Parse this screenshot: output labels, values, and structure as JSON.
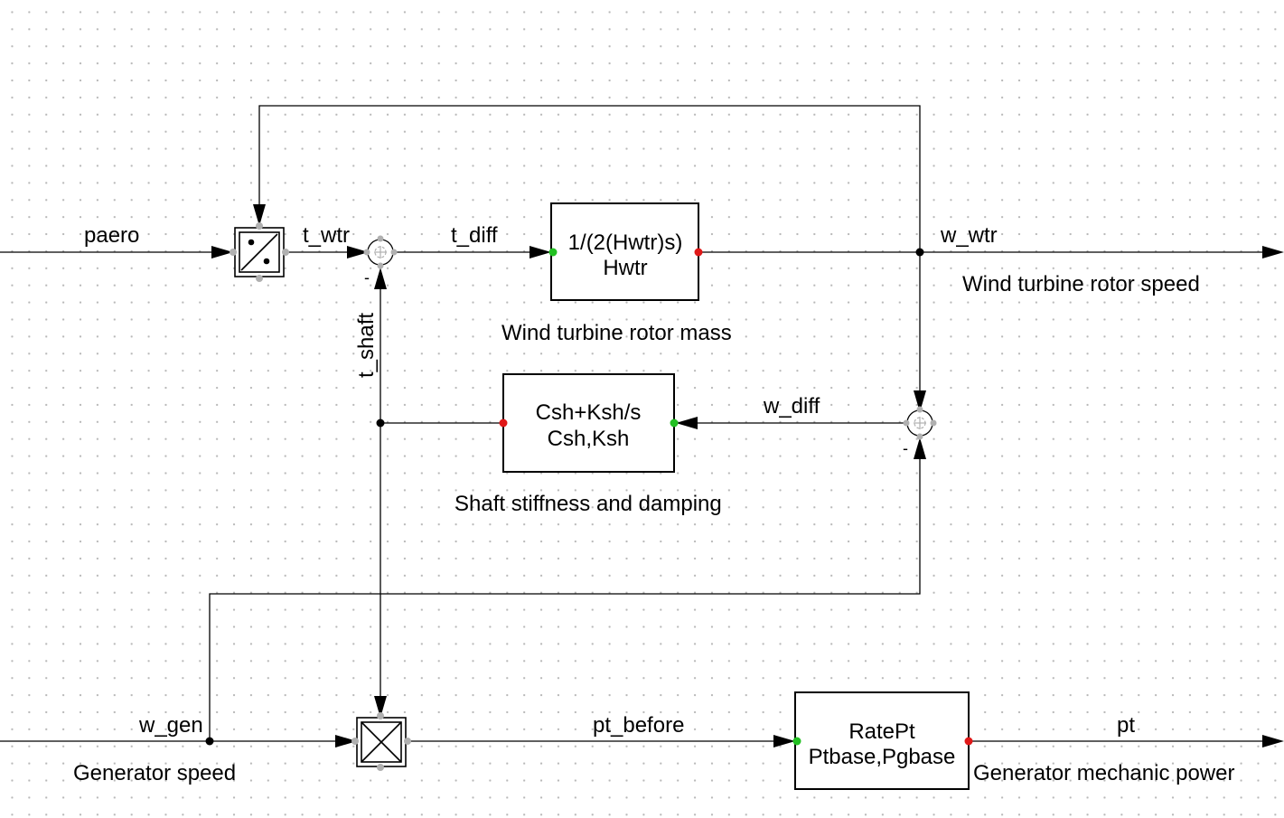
{
  "signals": {
    "paero": "paero",
    "t_wtr": "t_wtr",
    "t_diff": "t_diff",
    "w_wtr": "w_wtr",
    "t_shaft": "t_shaft",
    "w_diff": "w_diff",
    "w_gen": "w_gen",
    "pt_before": "pt_before",
    "pt": "pt"
  },
  "blocks": {
    "rotor_mass": {
      "line1": "1/(2(Hwtr)s)",
      "line2": "Hwtr",
      "caption": "Wind turbine rotor mass"
    },
    "shaft": {
      "line1": "Csh+Ksh/s",
      "line2": "Csh,Ksh",
      "caption": "Shaft stiffness and damping"
    },
    "rate": {
      "line1": "RatePt",
      "line2": "Ptbase,Pgbase"
    }
  },
  "captions": {
    "rotor_speed": "Wind turbine rotor speed",
    "generator_speed": "Generator speed",
    "generator_power": "Generator mechanic power"
  },
  "sum_signs": {
    "sum1_minus": "-",
    "sum2_minus": "-"
  },
  "colors": {
    "input_port": "#22c022",
    "output_port": "#e01818",
    "wire": "#000000"
  }
}
